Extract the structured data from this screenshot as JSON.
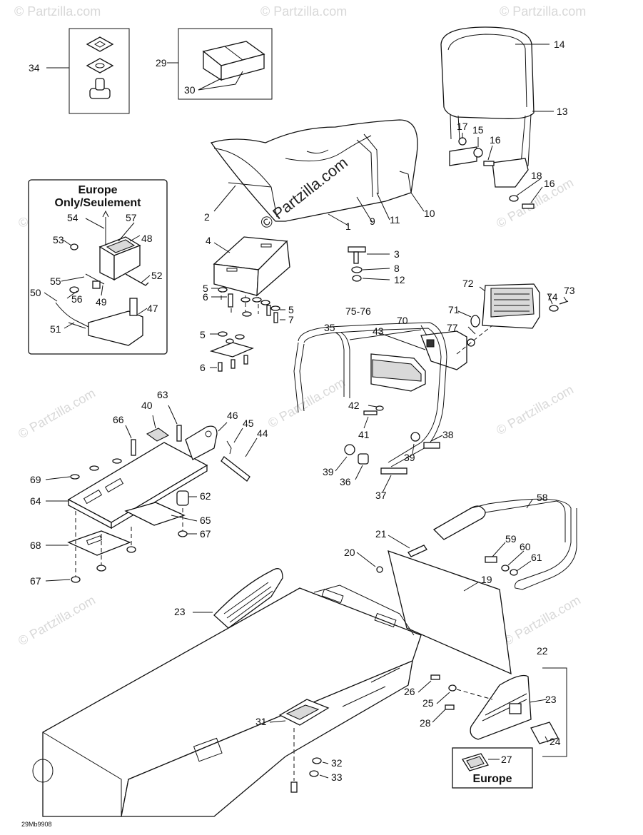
{
  "watermark": {
    "text": "© Partzilla.com",
    "center_text": "© Partzilla.com"
  },
  "boxes": {
    "europe_only_title_line1": "Europe",
    "europe_only_title_line2": "Only/Seulement",
    "europe_label": "Europe"
  },
  "diagram_code": "29Mb9908",
  "callouts": [
    "34",
    "29",
    "30",
    "14",
    "13",
    "17",
    "15",
    "16",
    "18",
    "16",
    "2",
    "1",
    "9",
    "11",
    "10",
    "54",
    "57",
    "53",
    "48",
    "52",
    "50",
    "55",
    "56",
    "49",
    "47",
    "51",
    "4",
    "5",
    "6",
    "5",
    "7",
    "5",
    "6",
    "3",
    "8",
    "12",
    "72",
    "73",
    "74",
    "71",
    "75-76",
    "70",
    "77",
    "43",
    "35",
    "42",
    "41",
    "38",
    "39",
    "39",
    "36",
    "37",
    "40",
    "63",
    "66",
    "46",
    "45",
    "44",
    "69",
    "64",
    "62",
    "65",
    "67",
    "68",
    "67",
    "58",
    "21",
    "59",
    "60",
    "61",
    "20",
    "19",
    "23",
    "22",
    "23",
    "26",
    "25",
    "28",
    "24",
    "27",
    "31",
    "32",
    "33"
  ]
}
